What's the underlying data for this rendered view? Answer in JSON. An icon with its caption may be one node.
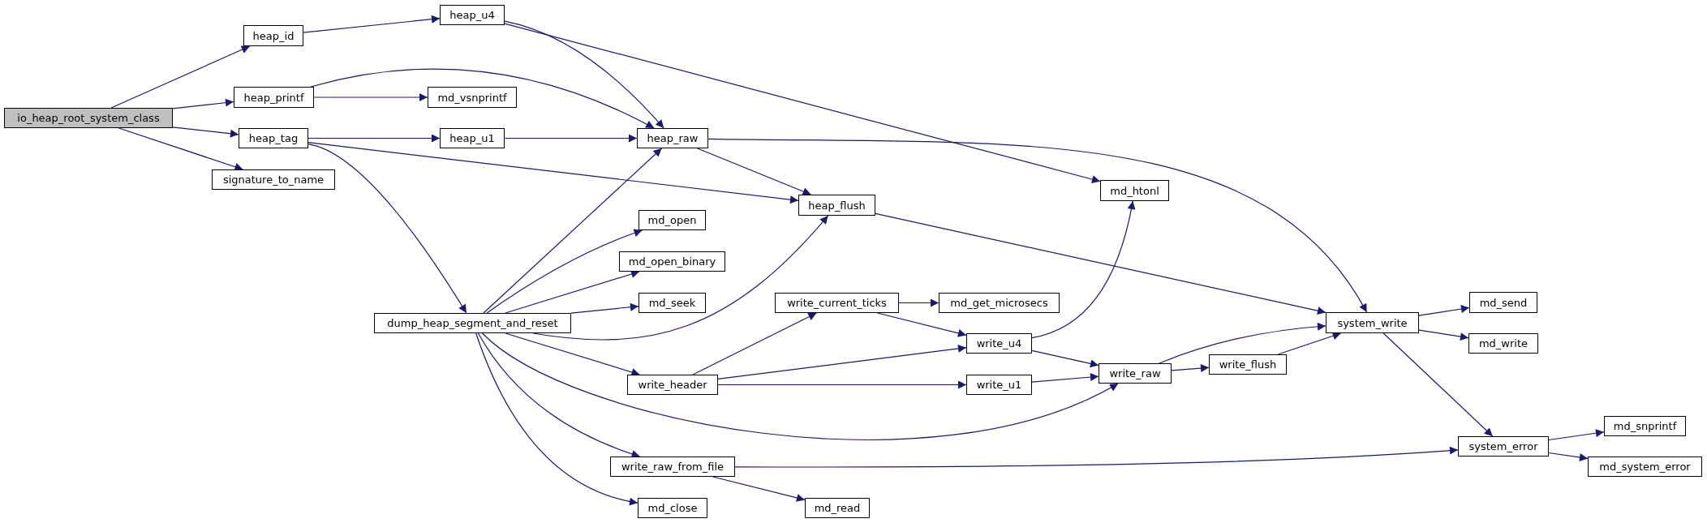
{
  "diagram": {
    "nodes": [
      {
        "text": [
          "io_heap_root_system_class"
        ]
      },
      {
        "text": [
          "heap_id"
        ]
      },
      {
        "text": [
          "heap_u4"
        ]
      },
      {
        "text": [
          "heap_printf"
        ]
      },
      {
        "text": [
          "md_vsnprintf"
        ]
      },
      {
        "text": [
          "heap_tag"
        ]
      },
      {
        "text": [
          "heap_u1"
        ]
      },
      {
        "text": [
          "signature_to_name"
        ]
      },
      {
        "text": [
          "dump_heap_segment_and_reset"
        ]
      },
      {
        "text": [
          "heap_raw"
        ]
      },
      {
        "text": [
          "heap_flush"
        ]
      },
      {
        "text": [
          "md_htonl"
        ]
      },
      {
        "text": [
          "md_open"
        ]
      },
      {
        "text": [
          "md_open_binary"
        ]
      },
      {
        "text": [
          "md_seek"
        ]
      },
      {
        "text": [
          "write_current_ticks"
        ]
      },
      {
        "text": [
          "md_get_microsecs"
        ]
      },
      {
        "text": [
          "write_header"
        ]
      },
      {
        "text": [
          "write_u4"
        ]
      },
      {
        "text": [
          "write_u1"
        ]
      },
      {
        "text": [
          "write_raw"
        ]
      },
      {
        "text": [
          "write_flush"
        ]
      },
      {
        "text": [
          "system_write"
        ]
      },
      {
        "text": [
          "md_send"
        ]
      },
      {
        "text": [
          "md_write"
        ]
      },
      {
        "text": [
          "system_error"
        ]
      },
      {
        "text": [
          "md_snprintf"
        ]
      },
      {
        "text": [
          "md_system_error"
        ]
      },
      {
        "text": [
          "write_raw_from_file"
        ]
      },
      {
        "text": [
          "md_close"
        ]
      },
      {
        "text": [
          "md_read"
        ]
      }
    ],
    "edges": [
      {
        "from": 0,
        "to": 1,
        "arrow": "to"
      },
      {
        "from": 0,
        "to": 3,
        "arrow": "to"
      },
      {
        "from": 0,
        "to": 5,
        "arrow": "to"
      },
      {
        "from": 0,
        "to": 7,
        "arrow": "to"
      },
      {
        "from": 1,
        "to": 2,
        "arrow": "to"
      },
      {
        "from": 2,
        "to": 9,
        "arrow": "to"
      },
      {
        "from": 2,
        "to": 11,
        "arrow": "to"
      },
      {
        "from": 3,
        "to": 4,
        "arrow": "to"
      },
      {
        "from": 3,
        "to": 9,
        "arrow": "to"
      },
      {
        "from": 5,
        "to": 6,
        "arrow": "to"
      },
      {
        "from": 5,
        "to": 10,
        "arrow": "to"
      },
      {
        "from": 5,
        "to": 8,
        "arrow": "to"
      },
      {
        "from": 6,
        "to": 9,
        "arrow": "to"
      },
      {
        "from": 9,
        "to": 10,
        "arrow": "to"
      },
      {
        "from": 9,
        "to": 22,
        "arrow": "to"
      },
      {
        "from": 10,
        "to": 22,
        "arrow": "to"
      },
      {
        "from": 8,
        "to": 9,
        "arrow": "to"
      },
      {
        "from": 8,
        "to": 12,
        "arrow": "to"
      },
      {
        "from": 8,
        "to": 13,
        "arrow": "to"
      },
      {
        "from": 8,
        "to": 14,
        "arrow": "to"
      },
      {
        "from": 8,
        "to": 10,
        "arrow": "to"
      },
      {
        "from": 8,
        "to": 17,
        "arrow": "to"
      },
      {
        "from": 8,
        "to": 20,
        "arrow": "to"
      },
      {
        "from": 8,
        "to": 28,
        "arrow": "to"
      },
      {
        "from": 8,
        "to": 29,
        "arrow": "to"
      },
      {
        "from": 17,
        "to": 15,
        "arrow": "to"
      },
      {
        "from": 17,
        "to": 18,
        "arrow": "to"
      },
      {
        "from": 17,
        "to": 19,
        "arrow": "to"
      },
      {
        "from": 15,
        "to": 16,
        "arrow": "to"
      },
      {
        "from": 15,
        "to": 18,
        "arrow": "to"
      },
      {
        "from": 18,
        "to": 11,
        "arrow": "to"
      },
      {
        "from": 18,
        "to": 20,
        "arrow": "to"
      },
      {
        "from": 19,
        "to": 20,
        "arrow": "to"
      },
      {
        "from": 20,
        "to": 21,
        "arrow": "to"
      },
      {
        "from": 20,
        "to": 22,
        "arrow": "to"
      },
      {
        "from": 21,
        "to": 22,
        "arrow": "to"
      },
      {
        "from": 22,
        "to": 23,
        "arrow": "to"
      },
      {
        "from": 22,
        "to": 24,
        "arrow": "to"
      },
      {
        "from": 22,
        "to": 25,
        "arrow": "to"
      },
      {
        "from": 28,
        "to": 25,
        "arrow": "to"
      },
      {
        "from": 28,
        "to": 30,
        "arrow": "to"
      },
      {
        "from": 25,
        "to": 26,
        "arrow": "to"
      },
      {
        "from": 25,
        "to": 27,
        "arrow": "to"
      }
    ]
  }
}
